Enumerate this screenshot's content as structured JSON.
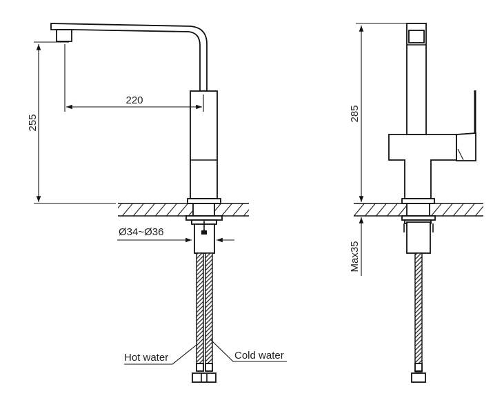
{
  "dimensions": {
    "spout_reach": "220",
    "spout_height": "255",
    "total_height": "285",
    "hole_diameter": "Ø34~Ø36",
    "max_counter_thickness": "Max35"
  },
  "labels": {
    "hot_water": "Hot water",
    "cold_water": "Cold water"
  },
  "colors": {
    "line": "#111111",
    "background": "#ffffff"
  }
}
